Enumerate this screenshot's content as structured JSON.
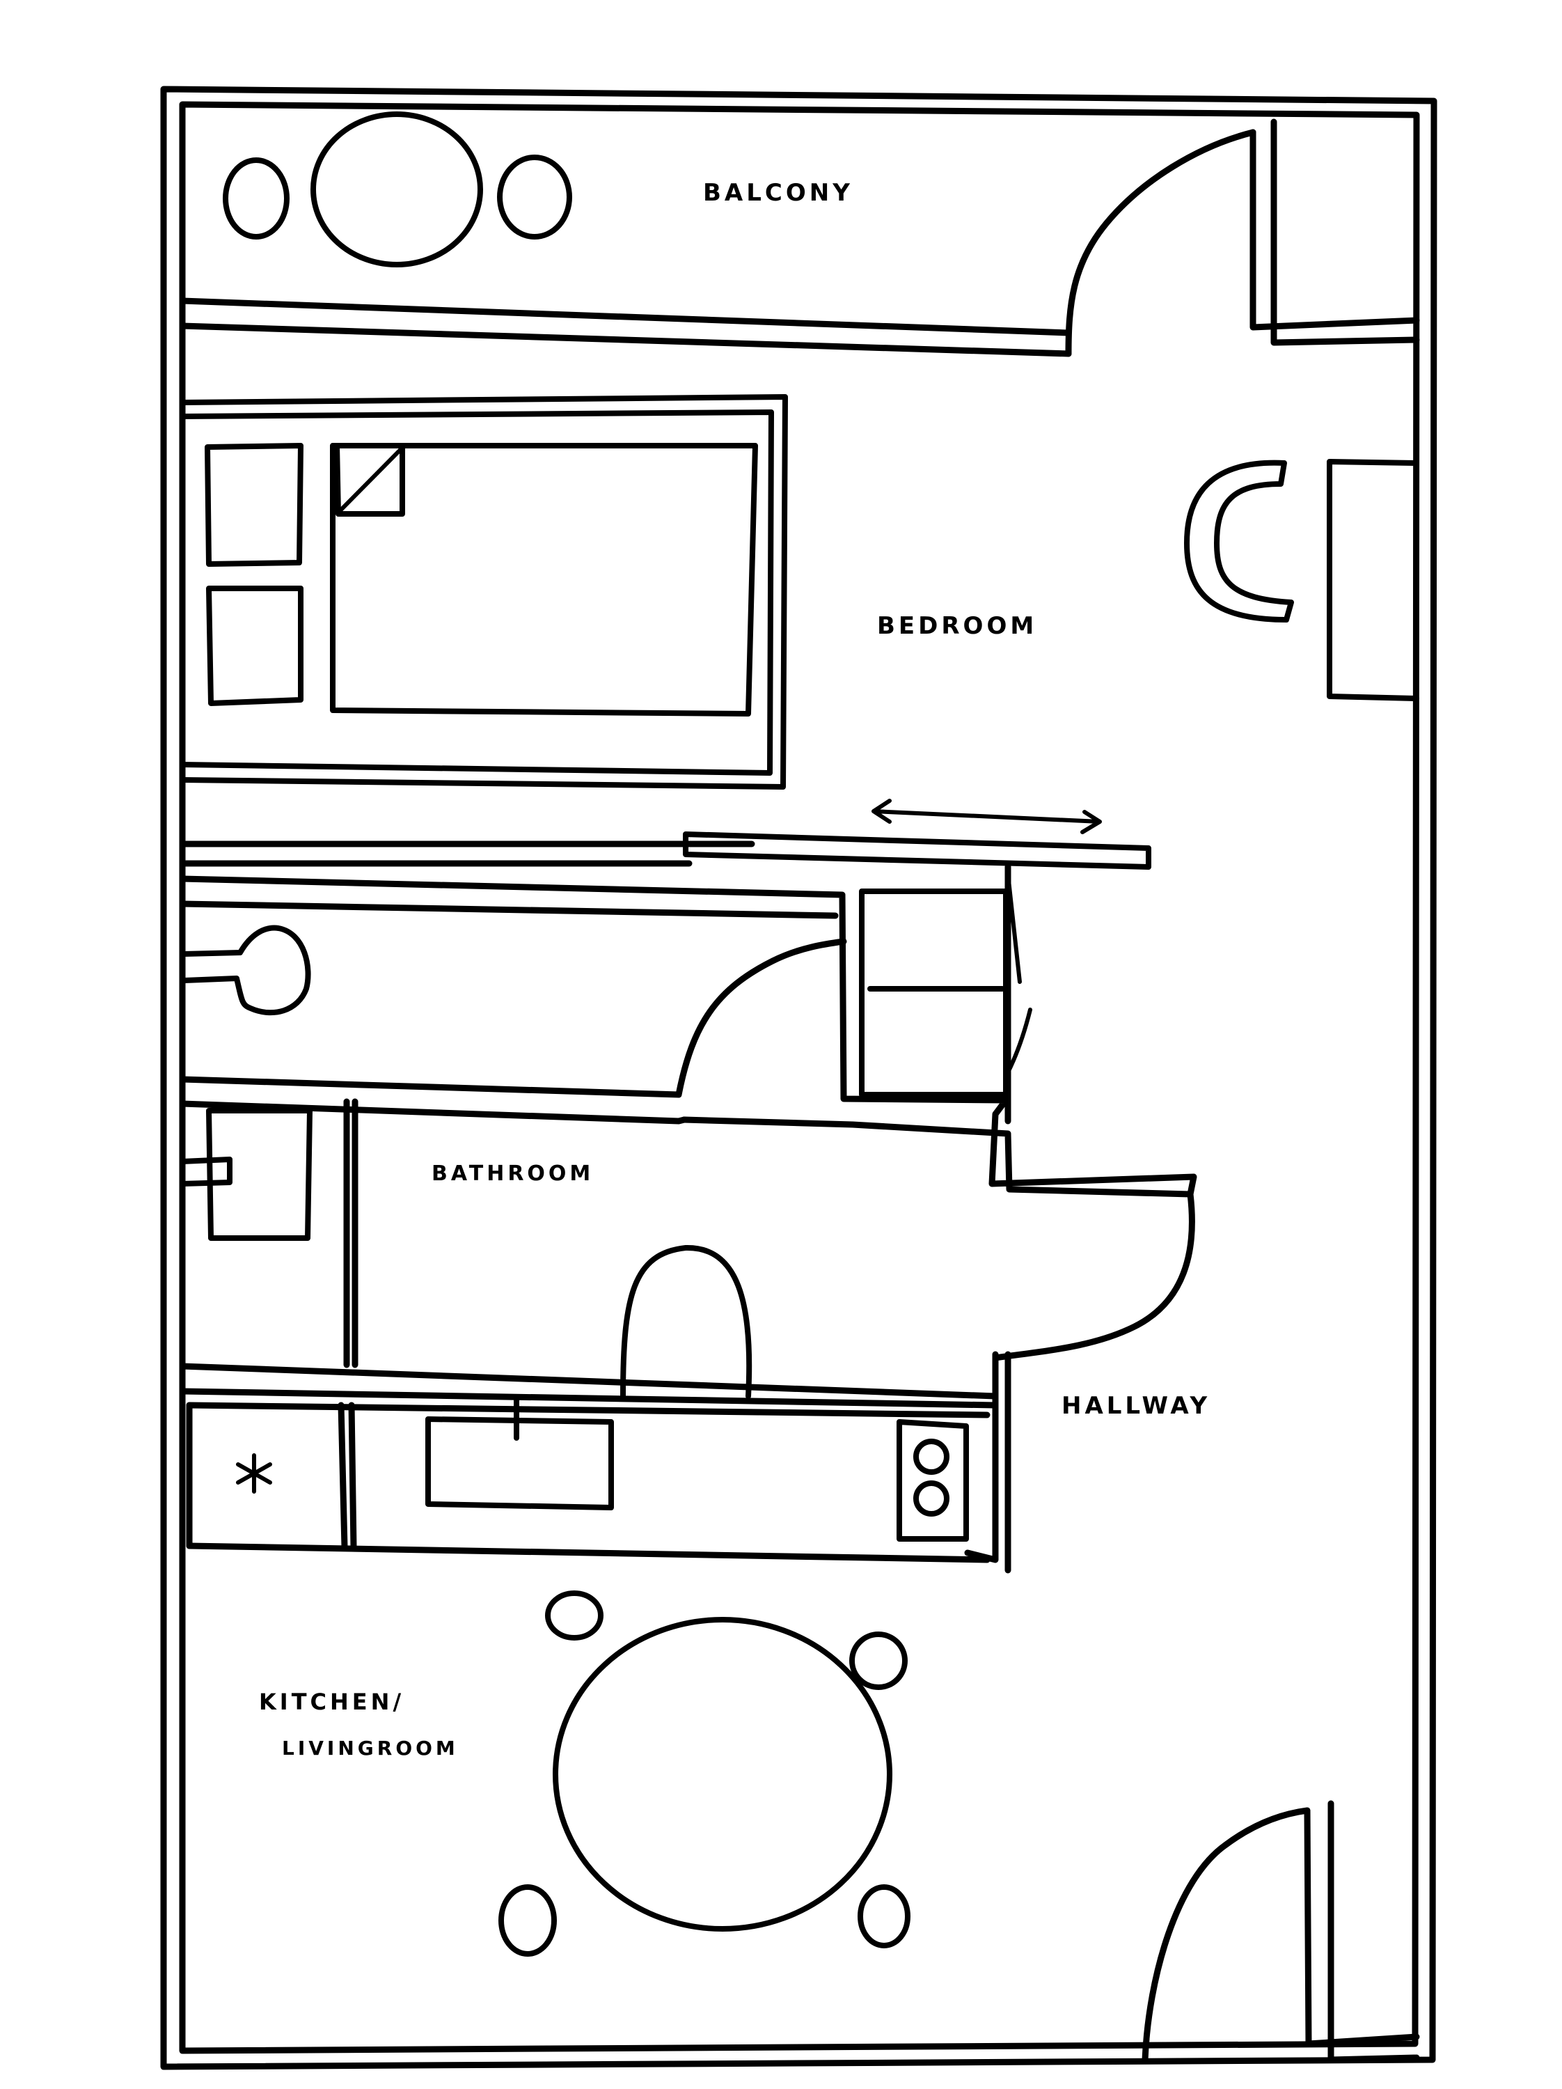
{
  "rooms": {
    "balcony": "BALCONY",
    "bedroom": "BEDROOM",
    "bathroom": "BATHROOM",
    "hallway": "HALLWAY",
    "kitchen_line1": "KITCHEN/",
    "kitchen_line2": "LIVINGROOM"
  },
  "colors": {
    "line": "#000000",
    "background": "#ffffff"
  }
}
